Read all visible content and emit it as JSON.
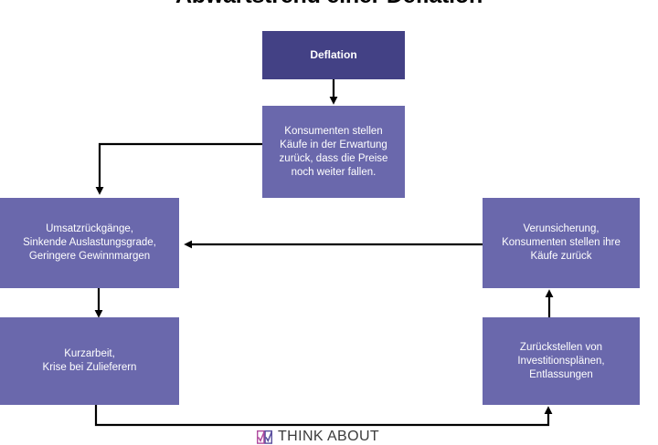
{
  "title": "Abwärtstrend einer Deflation",
  "colors": {
    "node_fill": "#6a68ac",
    "root_fill": "#434185",
    "node_text": "#ffffff",
    "arrow": "#000000",
    "title_text": "#000000",
    "logo_mark": "#b04b9e",
    "logo_text": "#3b3b3b"
  },
  "nodes": {
    "deflation": "Deflation",
    "konsumenten_zurueck": "Konsumenten stellen\nKäufe in der Erwartung\nzurück, dass die Preise\nnoch weiter fallen.",
    "umsatzrueckgaenge": "Umsatzrückgänge,\nSinkende Auslastungsgrade,\nGeringere Gewinnmargen",
    "verunsicherung": "Verunsicherung,\nKonsumenten stellen ihre\nKäufe zurück",
    "kurzarbeit": "Kurzarbeit,\nKrise bei Zulieferern",
    "investitionsplaene": "Zurückstellen von\nInvestitionsplänen,\nEntlassungen"
  },
  "logo": {
    "text": "THINK ABOUT",
    "mark": "checkbox-check-icon"
  }
}
